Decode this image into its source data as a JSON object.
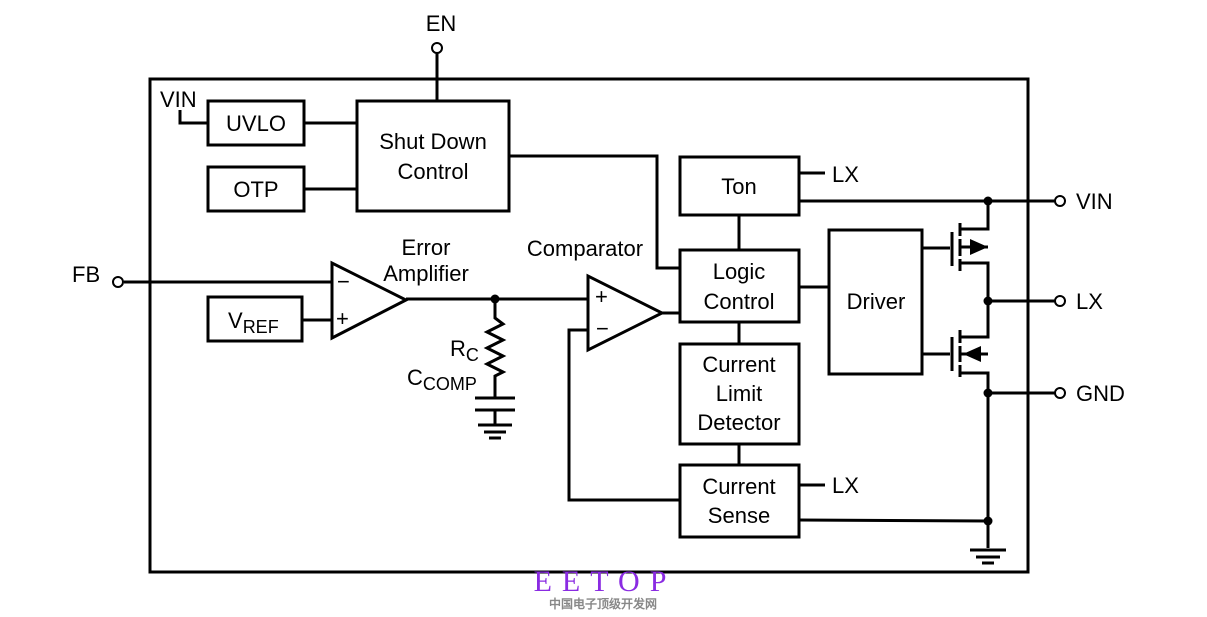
{
  "pins": {
    "en": "EN",
    "vin_in": "VIN",
    "fb": "FB",
    "vin": "VIN",
    "lx": "LX",
    "gnd": "GND",
    "lx_ton": "LX",
    "lx_sense": "LX"
  },
  "blocks": {
    "uvlo": "UVLO",
    "otp": "OTP",
    "shutdown": [
      "Shut Down",
      "Control"
    ],
    "ton": "Ton",
    "logic": [
      "Logic",
      "Control"
    ],
    "driver": "Driver",
    "current_limit": [
      "Current",
      "Limit",
      "Detector"
    ],
    "current_sense": [
      "Current",
      "Sense"
    ],
    "vref": {
      "main": "V",
      "sub": "REF"
    }
  },
  "labels": {
    "error_amp": [
      "Error",
      "Amplifier"
    ],
    "comparator": "Comparator",
    "rc": {
      "main": "R",
      "sub": "C"
    },
    "ccomp": {
      "main": "C",
      "sub": "COMP"
    },
    "minus": "−",
    "plus": "+"
  },
  "watermark": {
    "logo": "EETOP",
    "subtitle": "中国电子顶级开发网",
    "color": "#8a2be2"
  }
}
